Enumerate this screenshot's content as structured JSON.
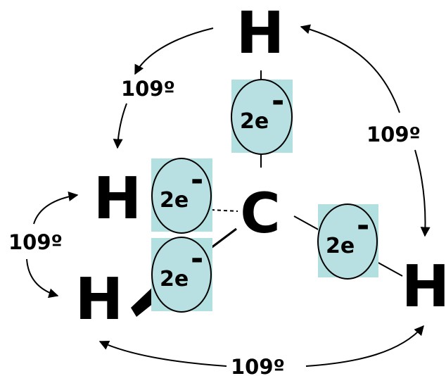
{
  "atoms": {
    "carbon": "C",
    "h_top": "H",
    "h_left": "H",
    "h_bottom_left": "H",
    "h_right": "H"
  },
  "electron_pairs": [
    {
      "count": "2e",
      "charge": "-"
    },
    {
      "count": "2e",
      "charge": "-"
    },
    {
      "count": "2e",
      "charge": "-"
    },
    {
      "count": "2e",
      "charge": "-"
    }
  ],
  "angles": {
    "top_left": "109º",
    "top_right": "109º",
    "left": "109º",
    "bottom": "109º"
  },
  "colors": {
    "pair_box": "#b2dfe0",
    "pair_ellipse": "#b8dfe1",
    "stroke": "#000000"
  }
}
